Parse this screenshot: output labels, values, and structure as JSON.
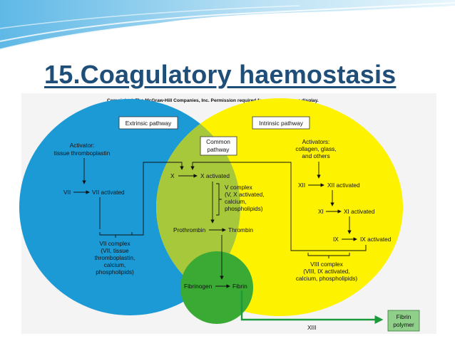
{
  "slide": {
    "title": "15.Coagulatory haemostasis"
  },
  "figure": {
    "copyright": "Copyright © The McGraw-Hill Companies, Inc. Permission required for reproduction or display.",
    "pathways": {
      "extrinsic": "Extrinsic pathway",
      "common": [
        "Common",
        "pathway"
      ],
      "intrinsic": "Intrinsic pathway"
    },
    "extrinsic": {
      "activator": [
        "Activator:",
        "tissue thromboplastin"
      ],
      "vii": "VII",
      "vii_activated": "VII activated",
      "complex": [
        "VII complex",
        "(VII, tissue",
        "thromboplastin,",
        "calcium,",
        "phospholipids)"
      ]
    },
    "common": {
      "x": "X",
      "x_activated": "X activated",
      "v_complex": [
        "V complex",
        "(V, X activated,",
        "calcium,",
        "phospholipids)"
      ],
      "prothrombin": "Prothrombin",
      "thrombin": "Thrombin",
      "fibrinogen": "Fibrinogen",
      "fibrin": "Fibrin",
      "xiii": "XIII",
      "fibrin_polymer": [
        "Fibrin",
        "polymer"
      ]
    },
    "intrinsic": {
      "activators": [
        "Activators:",
        "collagen, glass,",
        "and others"
      ],
      "xii": "XII",
      "xii_activated": "XII activated",
      "xi": "XI",
      "xi_activated": "XI activated",
      "ix": "IX",
      "ix_activated": "IX activated",
      "complex": [
        "VIII complex",
        "(VIII, IX activated,",
        "calcium, phospholipids)"
      ]
    },
    "colors": {
      "extrinsic": "#1c9ad6",
      "intrinsic": "#fdf200",
      "common_overlap": "#a8c83c",
      "fibrin_region": "#3aaa35",
      "arrow_green": "#1a9a3a",
      "title": "#1f4e79"
    }
  }
}
